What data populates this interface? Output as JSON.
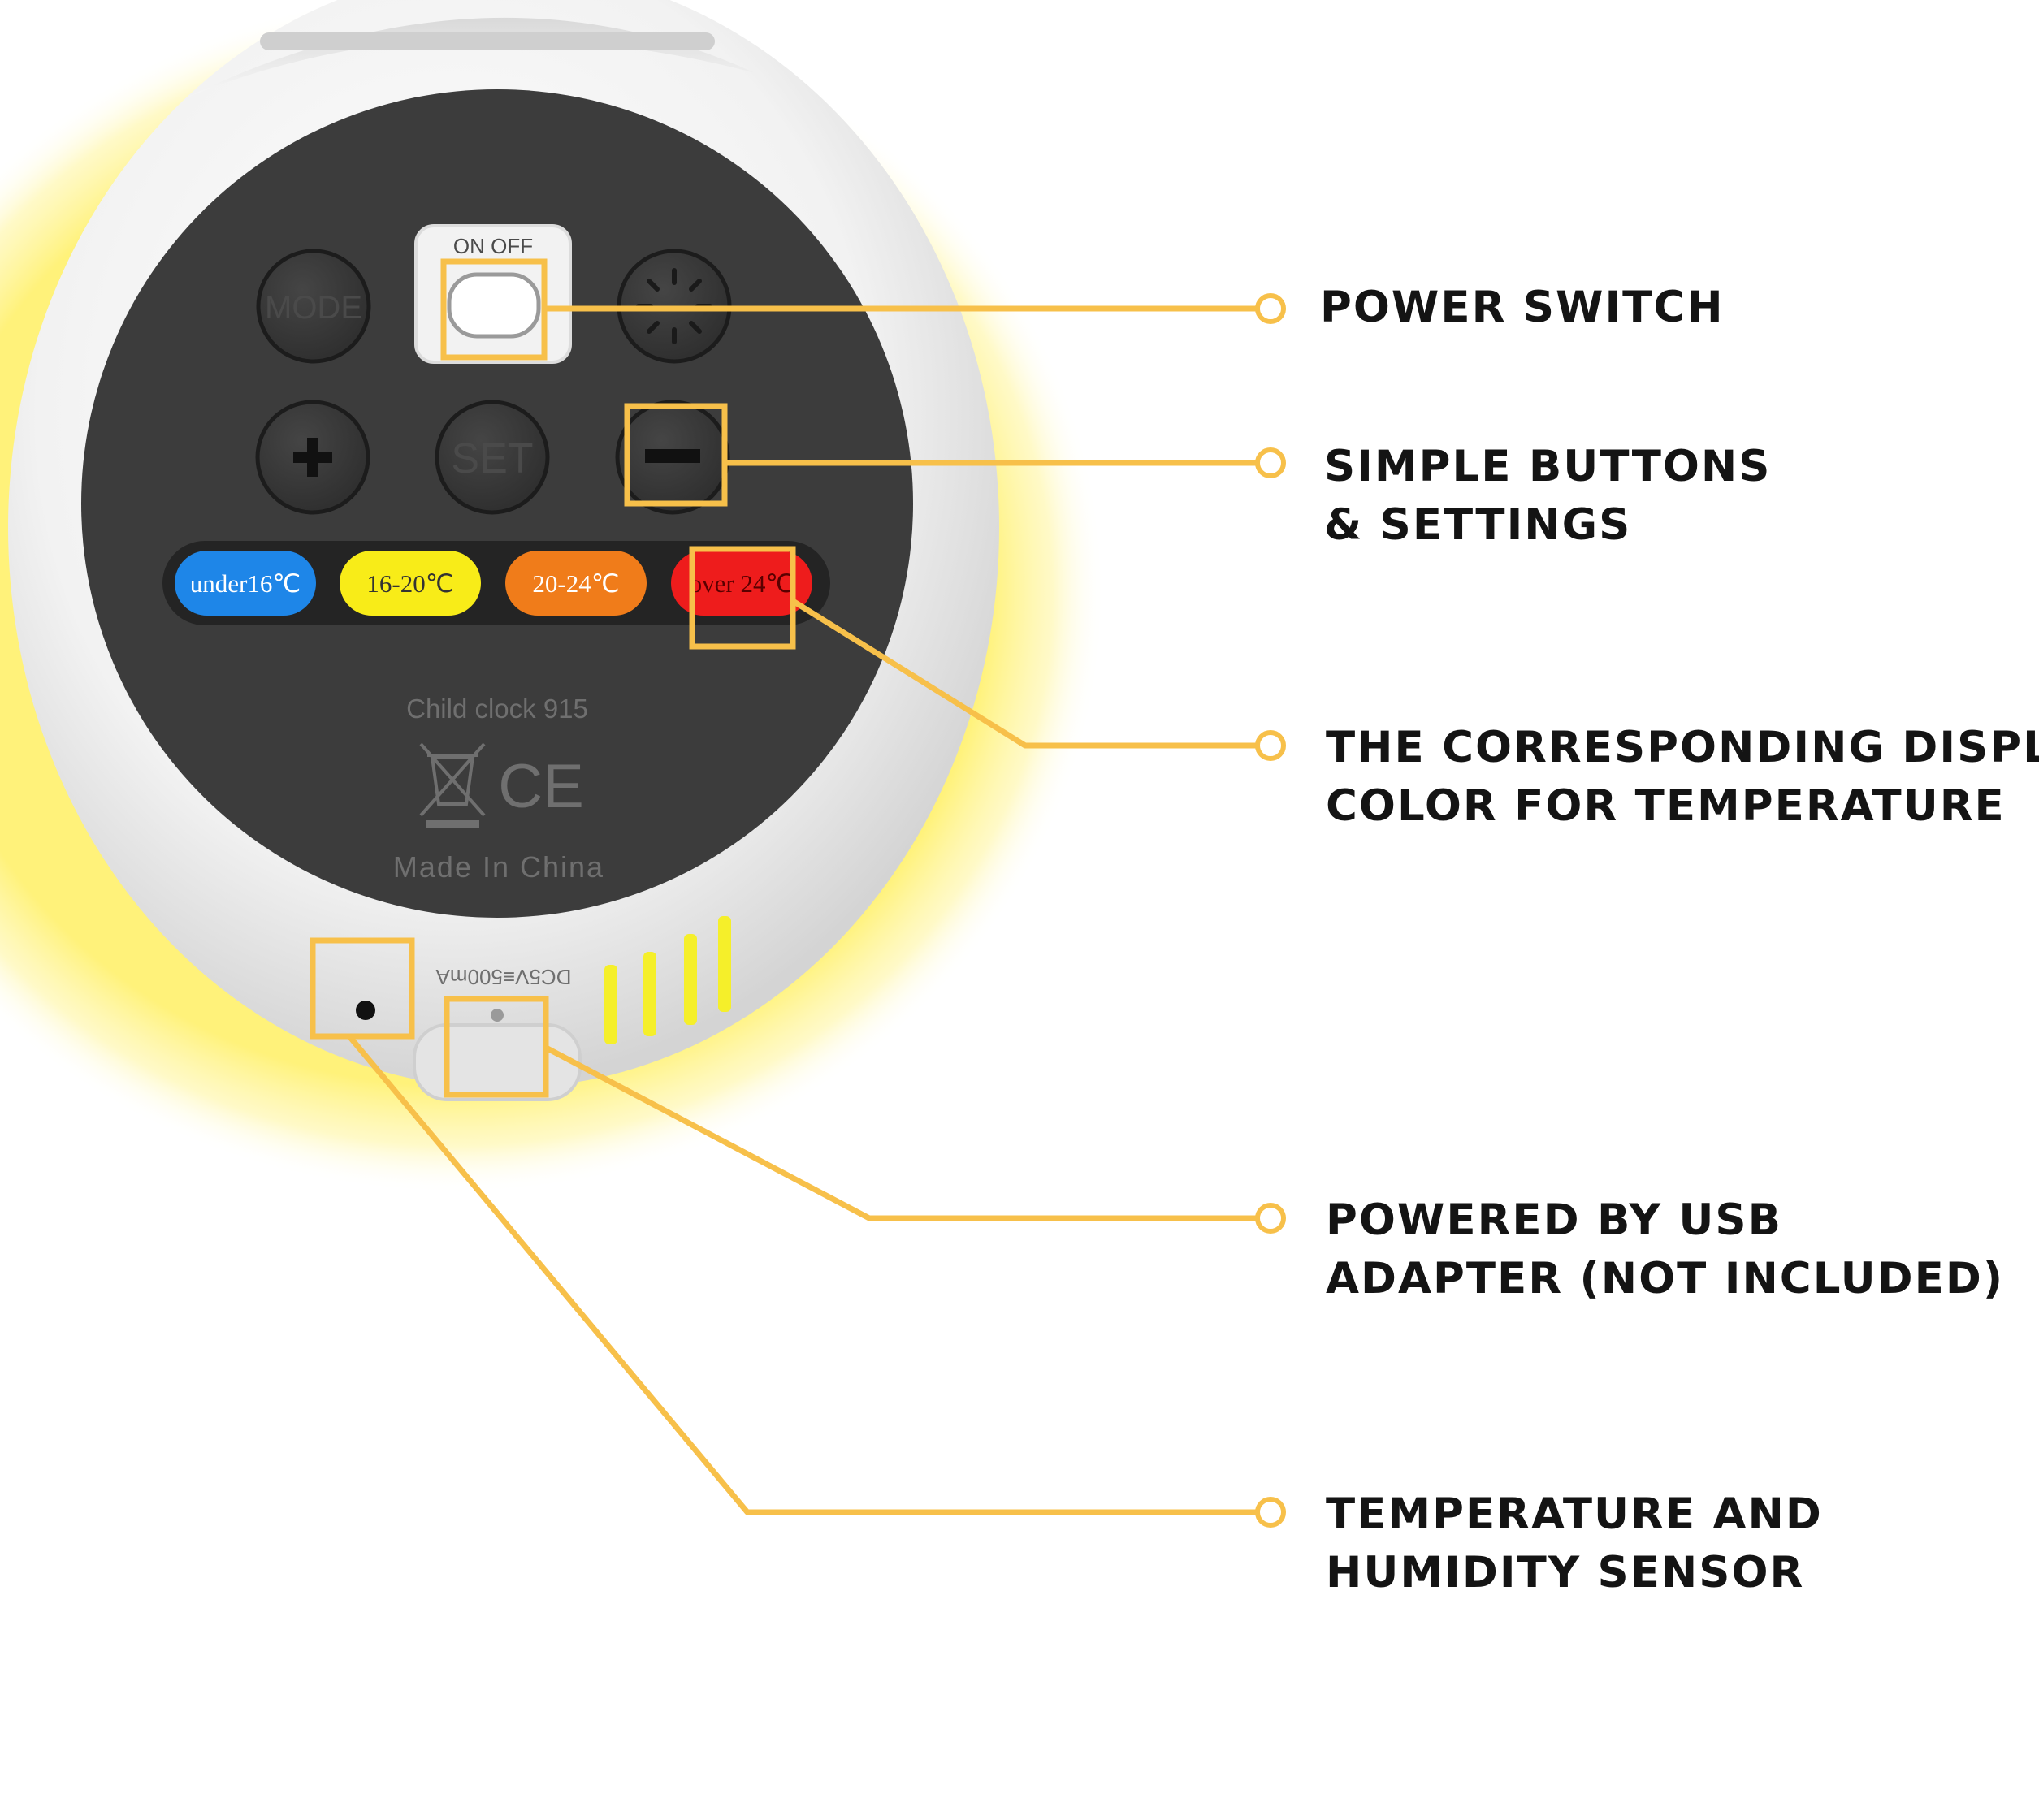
{
  "colors": {
    "accent": "#f7c04a",
    "glow": "#fff27a",
    "panel": "#3c3c3c",
    "text": "#141414",
    "chip_blue": "#1e86e8",
    "chip_yellow": "#f8ec18",
    "chip_orange": "#f07c1a",
    "chip_red": "#ee1c1c"
  },
  "device": {
    "switch_label": "ON OFF",
    "mode_label": "MODE",
    "set_label": "SET",
    "plus_icon": "plus-icon",
    "minus_icon": "minus-icon",
    "light_icon": "sun-icon",
    "chips": [
      {
        "label": "under16℃",
        "color": "#1e86e8",
        "text_color": "#ffffff"
      },
      {
        "label": "16-20℃",
        "color": "#f8ec18",
        "text_color": "#333333"
      },
      {
        "label": "20-24℃",
        "color": "#f07c1a",
        "text_color": "#ffffff"
      },
      {
        "label": "over 24℃",
        "color": "#ee1c1c",
        "text_color": "#5a0000"
      }
    ],
    "model_text": "Child clock 915",
    "ce_mark": "CE",
    "origin_text": "Made In China",
    "port_label": "DC5V≡500mA"
  },
  "callouts": [
    {
      "lines": [
        "POWER SWITCH"
      ]
    },
    {
      "lines": [
        "SIMPLE BUTTONS",
        "& SETTINGS"
      ]
    },
    {
      "lines": [
        "THE CORRESPONDING DISPLAY",
        "COLOR FOR TEMPERATURE"
      ]
    },
    {
      "lines": [
        "POWERED BY USB",
        "ADAPTER (NOT INCLUDED)"
      ]
    },
    {
      "lines": [
        "TEMPERATURE AND",
        "HUMIDITY SENSOR"
      ]
    }
  ]
}
